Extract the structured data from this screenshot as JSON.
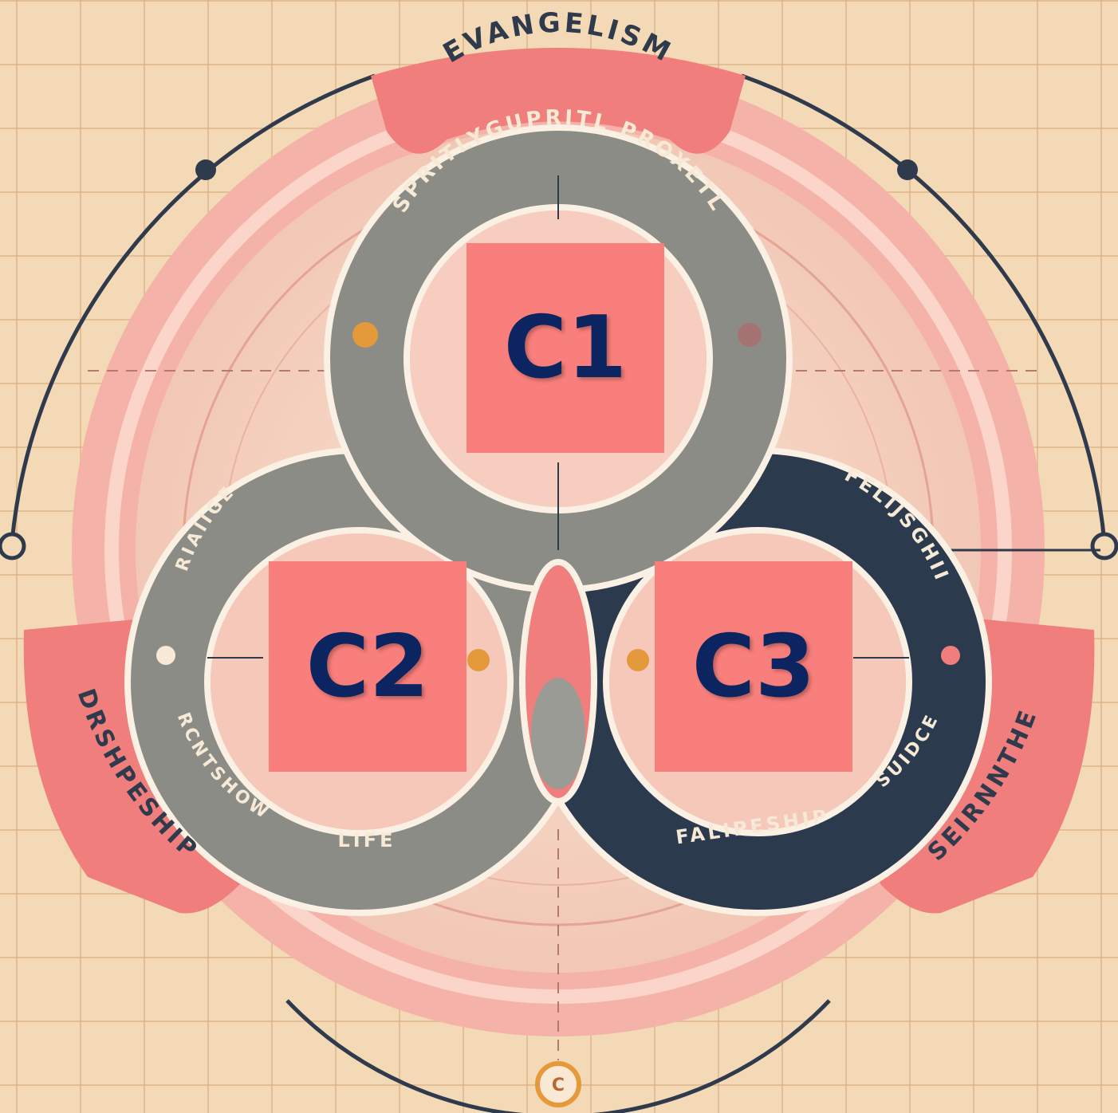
{
  "banners": {
    "top": "EVANGELISM",
    "left": "DRSHPESHIP",
    "right": "SEIRNNTHE"
  },
  "rings": {
    "top": "SPRITLYGUPRITL PROXETL",
    "left_upper": "RIAIIGE",
    "left_lower": "RCNTSHOW",
    "left_bottom": "LIFE",
    "right_upper": "FELIJSGHII",
    "right_bottom": "FALIPESHIP",
    "right_side": "SUIDCE"
  },
  "bottom_badge": "C",
  "labels": {
    "c1": "C1",
    "c2": "C2",
    "c3": "C3"
  },
  "colors": {
    "coral": "#f07e7c",
    "pink": "#f5b2a8",
    "gray_ring": "#8b8c86",
    "navy_ring": "#2c3a4e",
    "label_box": "#f87f7b",
    "label_text": "#0c2460"
  }
}
